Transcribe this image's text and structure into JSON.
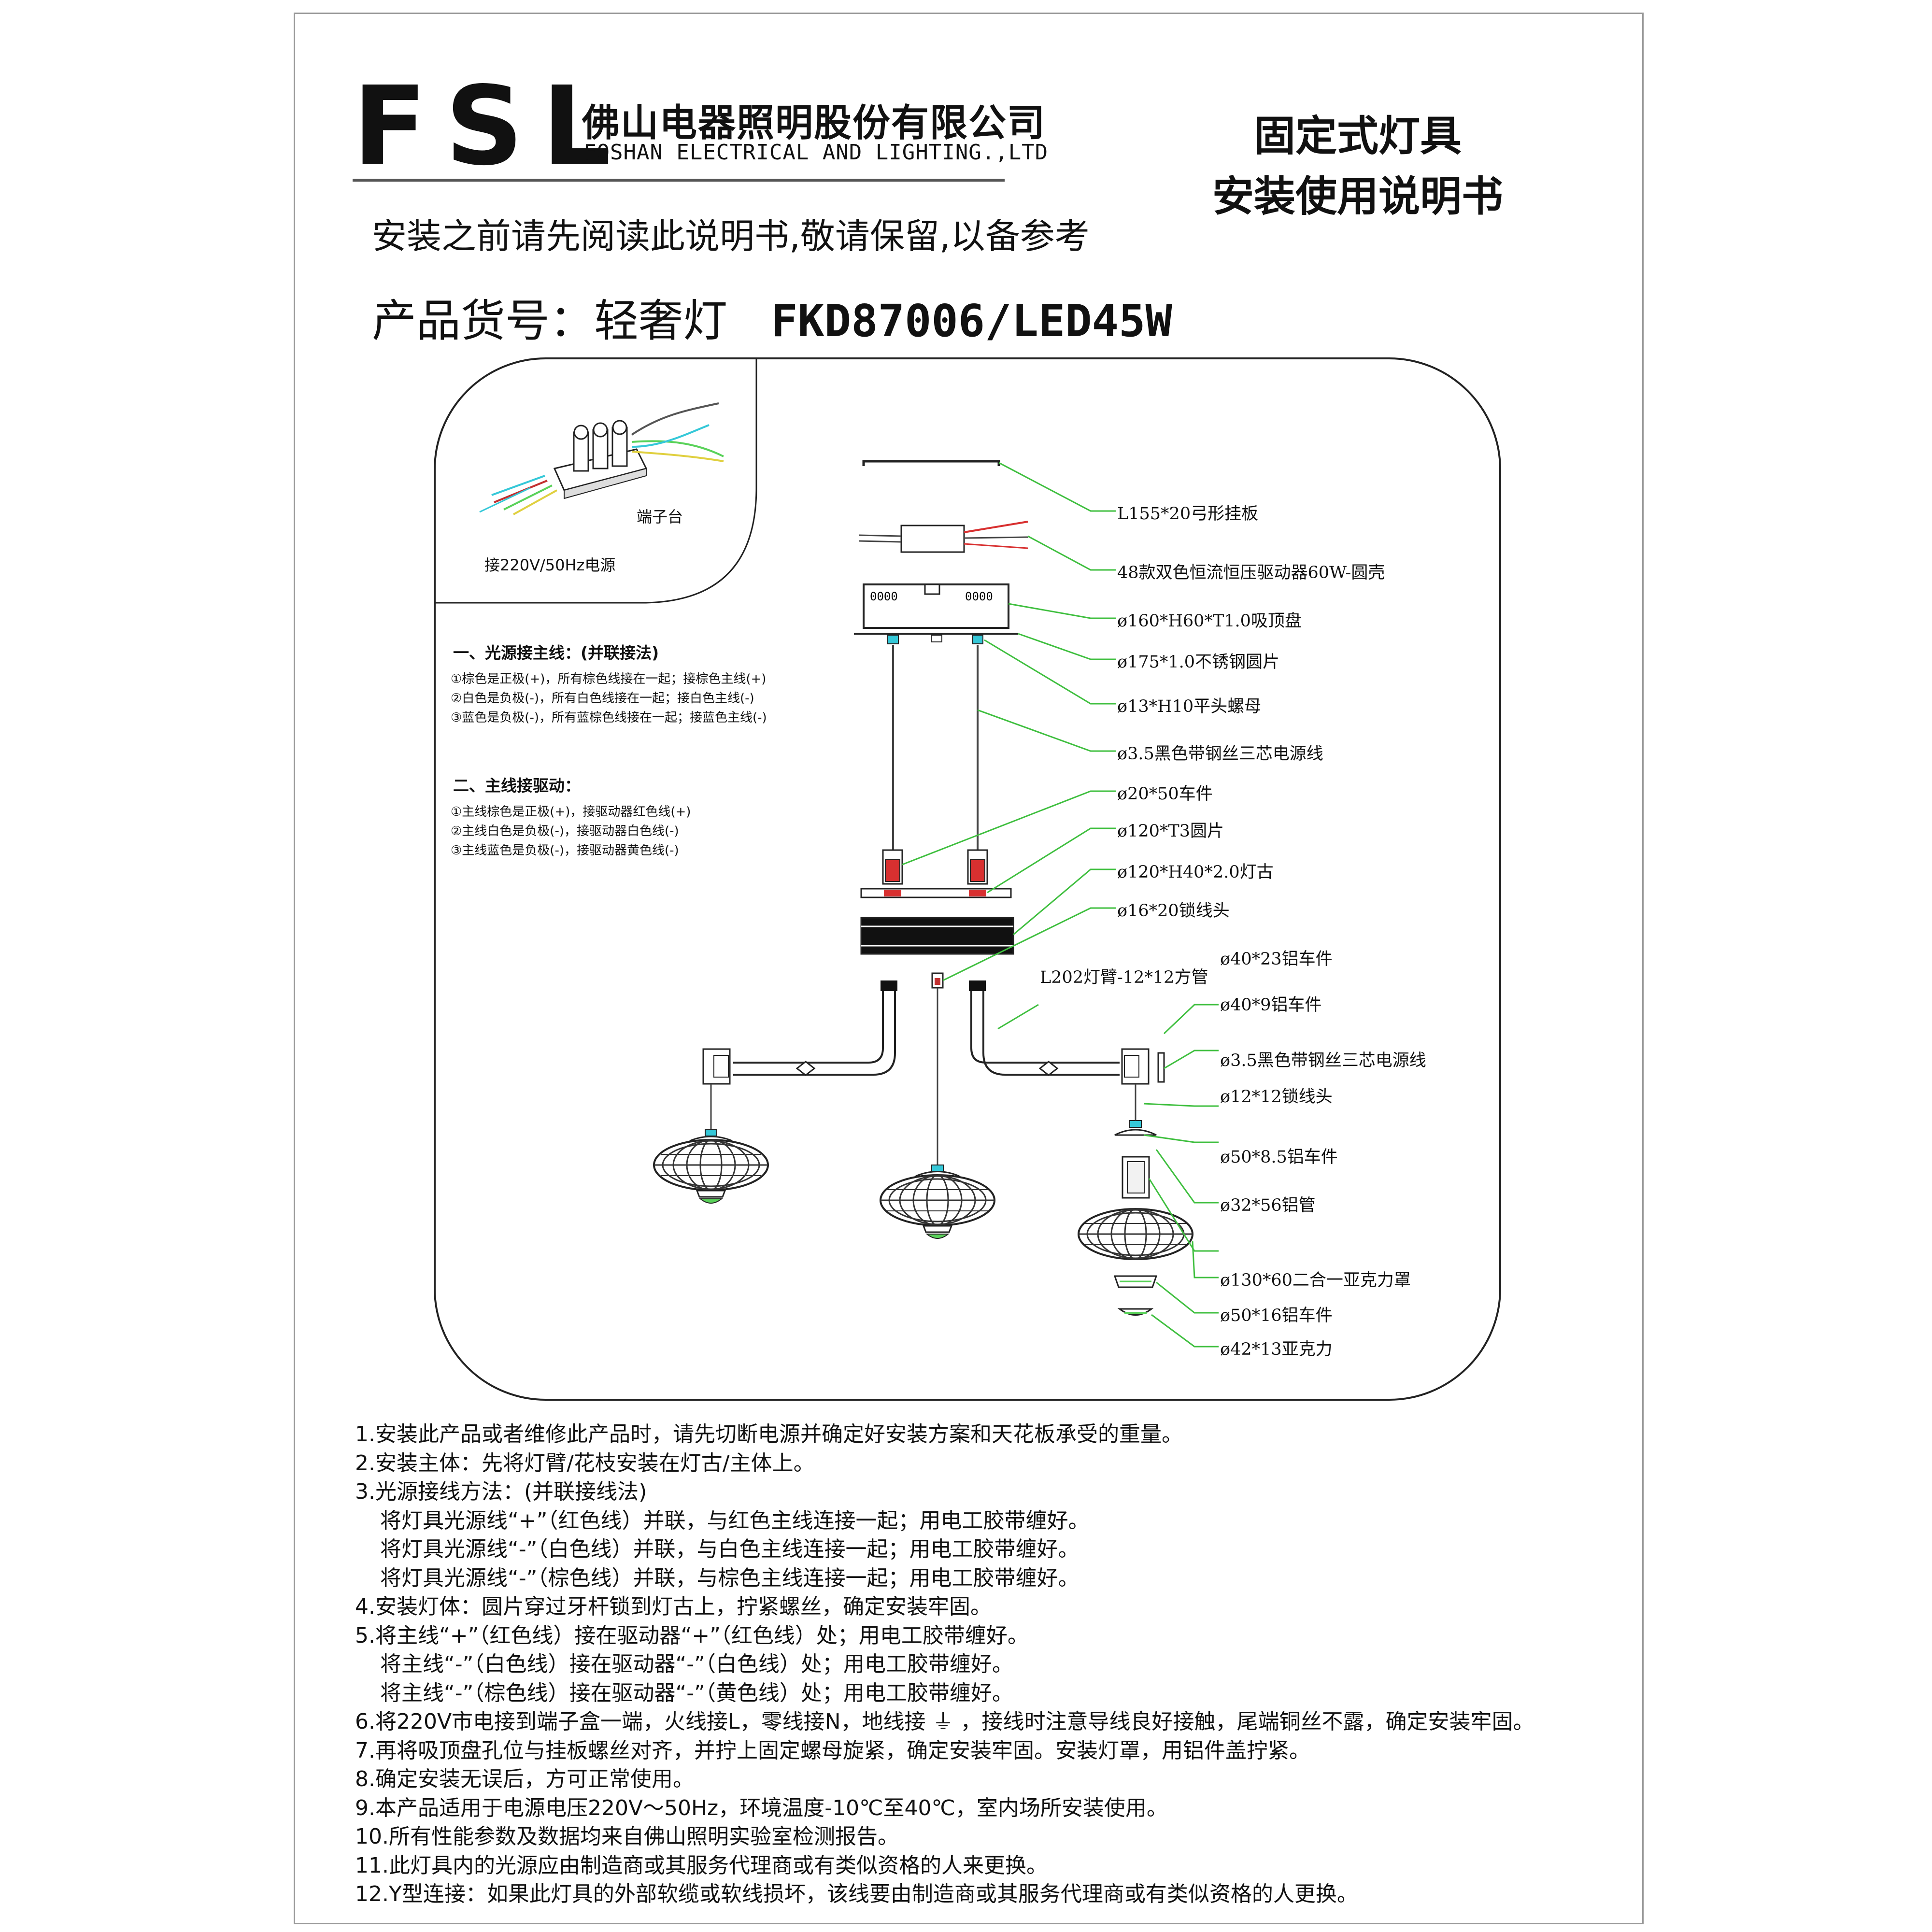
{
  "header": {
    "logo": "FSL",
    "company_cn": "佛山电器照明股份有限公司",
    "company_en": "FOSHAN ELECTRICAL AND LIGHTING.,LTD",
    "doc_title_line1": "固定式灯具",
    "doc_title_line2": "安装使用说明书"
  },
  "read_notice": "安装之前请先阅读此说明书,敬请保留,以备参考",
  "product": {
    "label": "产品货号：轻奢灯",
    "model": "FKD87006/LED45W"
  },
  "terminal": {
    "label": "端子台",
    "power_label": "接220V/50Hz电源"
  },
  "wiring": {
    "section1_title": "一、光源接主线：(并联接法)",
    "section1_items": [
      "①棕色是正极(+)，所有棕色线接在一起；接棕色主线(+)",
      "②白色是负极(-)，所有白色线接在一起；接白色主线(-)",
      "③蓝色是负极(-)，所有蓝棕色线接在一起；接蓝色主线(-)"
    ],
    "section2_title": "二、主线接驱动：",
    "section2_items": [
      "①主线棕色是正极(+)，接驱动器红色线(+)",
      "②主线白色是负极(-)，接驱动器白色线(-)",
      "③主线蓝色是负极(-)，接驱动器黄色线(-)"
    ]
  },
  "parts": [
    "L155*20弓形挂板",
    "48款双色恒流恒压驱动器60W-圆壳",
    "ø160*H60*T1.0吸顶盘",
    "ø175*1.0不锈钢圆片",
    "ø13*H10平头螺母",
    "ø3.5黑色带钢丝三芯电源线",
    "ø20*50车件",
    "ø120*T3圆片",
    "ø120*H40*2.0灯古",
    "ø16*20锁线头",
    "L202灯臂-12*12方管",
    "ø40*23铝车件",
    "ø40*9铝车件",
    "ø3.5黑色带钢丝三芯电源线",
    "ø12*12锁线头",
    "ø50*8.5铝车件",
    "ø32*56铝管",
    "ø130*60二合一亚克力罩",
    "ø50*16铝车件",
    "ø42*13亚克力"
  ],
  "steps": [
    "1.安装此产品或者维修此产品时，请先切断电源并确定好安装方案和天花板承受的重量。",
    "2.安装主体：先将灯臂/花枝安装在灯古/主体上。",
    "3.光源接线方法：(并联接线法)",
    "将灯具光源线“+”（红色线）并联，与红色主线连接一起；用电工胶带缠好。",
    "将灯具光源线“-”（白色线）并联，与白色主线连接一起；用电工胶带缠好。",
    "将灯具光源线“-”（棕色线）并联，与棕色主线连接一起；用电工胶带缠好。",
    "4.安装灯体：圆片穿过牙杆锁到灯古上，拧紧螺丝，确定安装牢固。",
    "5.将主线“+”（红色线）接在驱动器“+”（红色线）处；用电工胶带缠好。",
    "将主线“-”（白色线）接在驱动器“-”（白色线）处；用电工胶带缠好。",
    "将主线“-”（棕色线）接在驱动器“-”（黄色线）处；用电工胶带缠好。",
    "6.将220V市电接到端子盒一端，火线接L，零线接N，地线接 ⏚ ，接线时注意导线良好接触，尾端铜丝不露，确定安装牢固。",
    "7.再将吸顶盘孔位与挂板螺丝对齐，并拧上固定螺母旋紧，确定安装牢固。安装灯罩，用铝件盖拧紧。",
    "8.确定安装无误后，方可正常使用。",
    "9.本产品适用于电源电压220V～50Hz，环境温度-10℃至40℃，室内场所安装使用。",
    "10.所有性能参数及数据均来自佛山照明实验室检测报告。",
    "11.此灯具内的光源应由制造商或其服务代理商或有类似资格的人来更换。",
    "12.Y型连接：如果此灯具的外部软缆或软线损坏，该线要由制造商或其服务代理商或有类似资格的人更换。"
  ],
  "colors": {
    "leader_line": "#3fbf3f",
    "driver_wire_red": "#d83030",
    "wire_cyan": "#35c8d8",
    "wire_green": "#5ad25a",
    "wire_yellow": "#e0d040",
    "terminal_red": "#c23030"
  }
}
